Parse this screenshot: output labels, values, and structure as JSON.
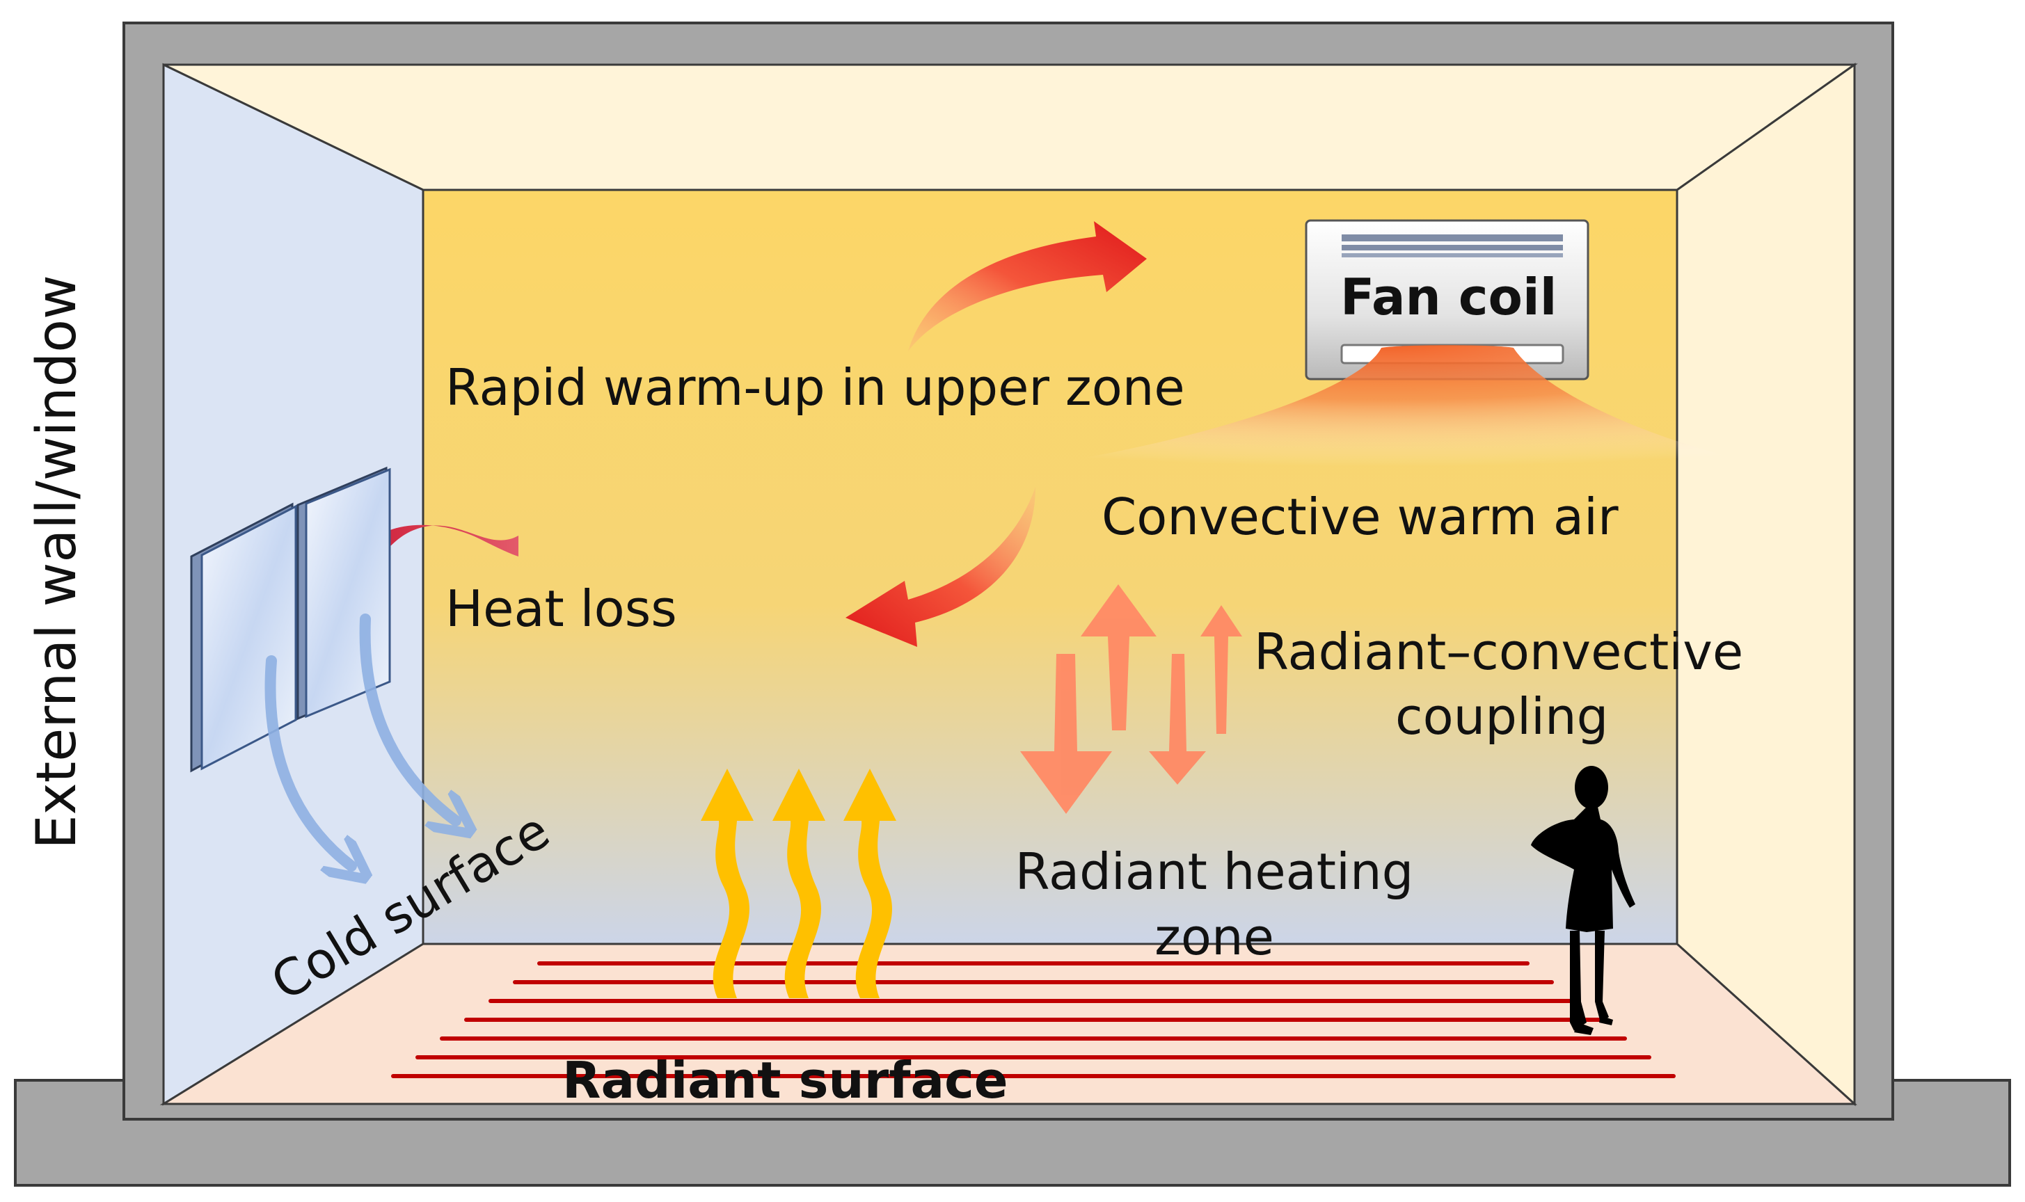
{
  "labels": {
    "external_wall": "External wall/window",
    "rapid_warmup": "Rapid warm-up in upper zone",
    "fan_coil": "Fan coil",
    "convective_air": "Convective warm air",
    "heat_loss": "Heat loss",
    "coupling_line1": "Radiant–convective",
    "coupling_line2": "coupling",
    "radiant_zone_line1": "Radiant heating",
    "radiant_zone_line2": "zone",
    "cold_surface": "Cold surface",
    "radiant_surface": "Radiant surface"
  },
  "icons": [
    "fan-coil-unit",
    "window",
    "person-silhouette",
    "heat-wave-arrow",
    "curved-arrow",
    "floor-heating-pipe"
  ],
  "colors": {
    "frame": "#a6a6a6",
    "back_wall_top": "#fcd667",
    "back_wall_bottom": "#ccd5e8",
    "left_wall": "#dbe4f4",
    "ceiling": "#fff4d9",
    "right_wall": "#fff3d6",
    "floor": "#fbe2d2",
    "pipe": "#c00000",
    "hot_arrow": "#e8231f",
    "wave_arrow": "#ffc000",
    "coupling_arrow": "#ff8a65",
    "cold_arrow": "#8fb1e3",
    "heat_loss_arrow": "#c8102e"
  }
}
